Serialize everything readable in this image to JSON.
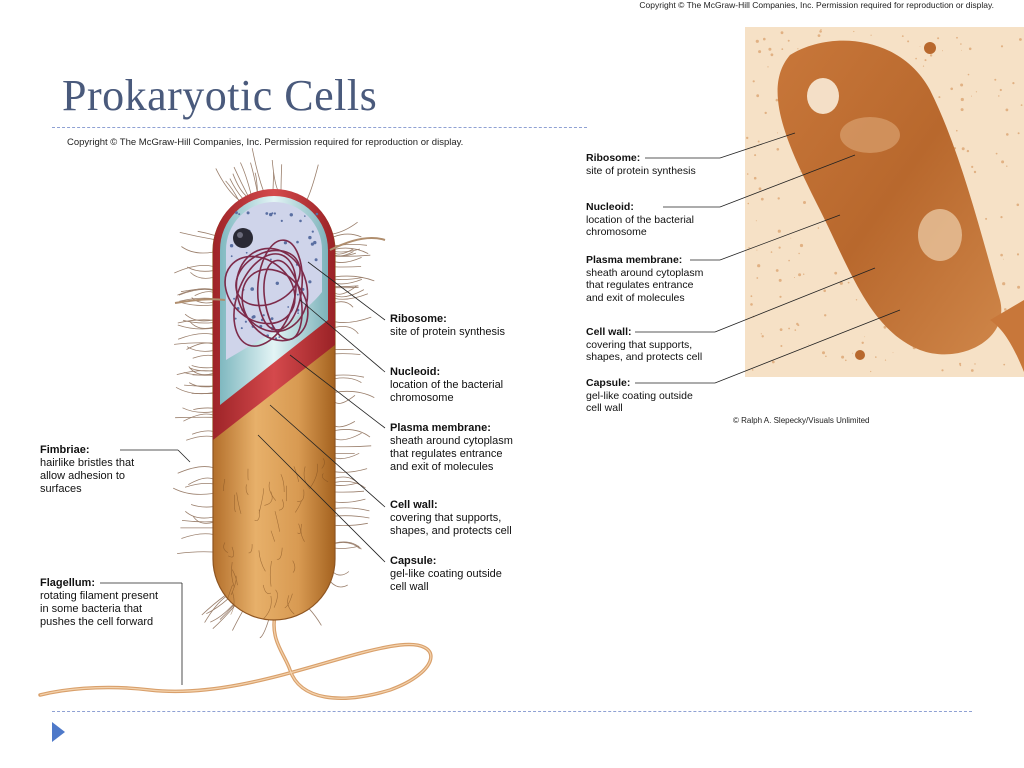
{
  "copyright_top": "Copyright © The McGraw-Hill Companies, Inc. Permission required for reproduction or display.",
  "title": "Prokaryotic Cells",
  "copyright_diagram": "Copyright © The McGraw-Hill Companies, Inc. Permission required for reproduction or display.",
  "photo_credit": "© Ralph A. Slepecky/Visuals Unlimited",
  "diagram_labels": {
    "ribosome": {
      "term": "Ribosome:",
      "lines": [
        "site of protein synthesis"
      ]
    },
    "nucleoid": {
      "term": "Nucleoid:",
      "lines": [
        "location of the bacterial",
        "chromosome"
      ]
    },
    "plasma_membrane": {
      "term": "Plasma membrane:",
      "lines": [
        "sheath around cytoplasm",
        "that regulates entrance",
        "and exit of molecules"
      ]
    },
    "cell_wall": {
      "term": "Cell wall:",
      "lines": [
        "covering that supports,",
        "shapes, and protects cell"
      ]
    },
    "capsule": {
      "term": "Capsule:",
      "lines": [
        "gel-like coating outside",
        "cell wall"
      ]
    },
    "fimbriae": {
      "term": "Fimbriae:",
      "lines": [
        "hairlike bristles that",
        "allow adhesion to",
        "surfaces"
      ]
    },
    "flagellum": {
      "term": "Flagellum:",
      "lines": [
        "rotating filament present",
        "in some bacteria that",
        "pushes the cell forward"
      ]
    }
  },
  "micrograph_labels": {
    "ribosome": {
      "term": "Ribosome:",
      "lines": [
        "site of protein synthesis"
      ]
    },
    "nucleoid": {
      "term": "Nucleoid:",
      "lines": [
        "location of the bacterial",
        "chromosome"
      ]
    },
    "plasma_membrane": {
      "term": "Plasma membrane:",
      "lines": [
        "sheath around cytoplasm",
        "that regulates entrance",
        "and exit of molecules"
      ]
    },
    "cell_wall": {
      "term": "Cell wall:",
      "lines": [
        "covering that supports,",
        "shapes, and protects cell"
      ]
    },
    "capsule": {
      "term": "Capsule:",
      "lines": [
        "gel-like coating outside",
        "cell wall"
      ]
    }
  },
  "colors": {
    "title": "#4a5a7c",
    "rule": "#8fa1d3",
    "bullet": "#4e79c9",
    "capsule": "#d59a52",
    "cell_wall": "#c0393d",
    "membrane": "#b9e0e4",
    "cytoplasm": "#cfd4ea",
    "micrograph": "#c8773a",
    "micrograph_bg": "#f6e1c6"
  }
}
